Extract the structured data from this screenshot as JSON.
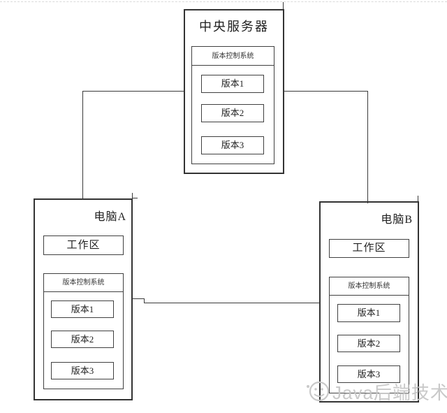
{
  "server": {
    "title": "中央服务器",
    "vcs": {
      "header": "版本控制系统",
      "versions": [
        "版本1",
        "版本2",
        "版本3"
      ]
    }
  },
  "computer_a": {
    "title": "电脑A",
    "workspace_label": "工作区",
    "vcs": {
      "header": "版本控制系统",
      "versions": [
        "版本1",
        "版本2",
        "版本3"
      ]
    }
  },
  "computer_b": {
    "title": "电脑B",
    "workspace_label": "工作区",
    "vcs": {
      "header": "版本控制系统",
      "versions": [
        "版本1",
        "版本2",
        "版本3"
      ]
    }
  },
  "watermark": {
    "text": "Java后端技术"
  },
  "colors": {
    "line_dark": "#3a3a3a",
    "box_border_thick": "#333333",
    "box_border_thin": "#404040",
    "watermark_gray": "#c7c7c7",
    "page_border_dashed": "#d9d9d9"
  }
}
